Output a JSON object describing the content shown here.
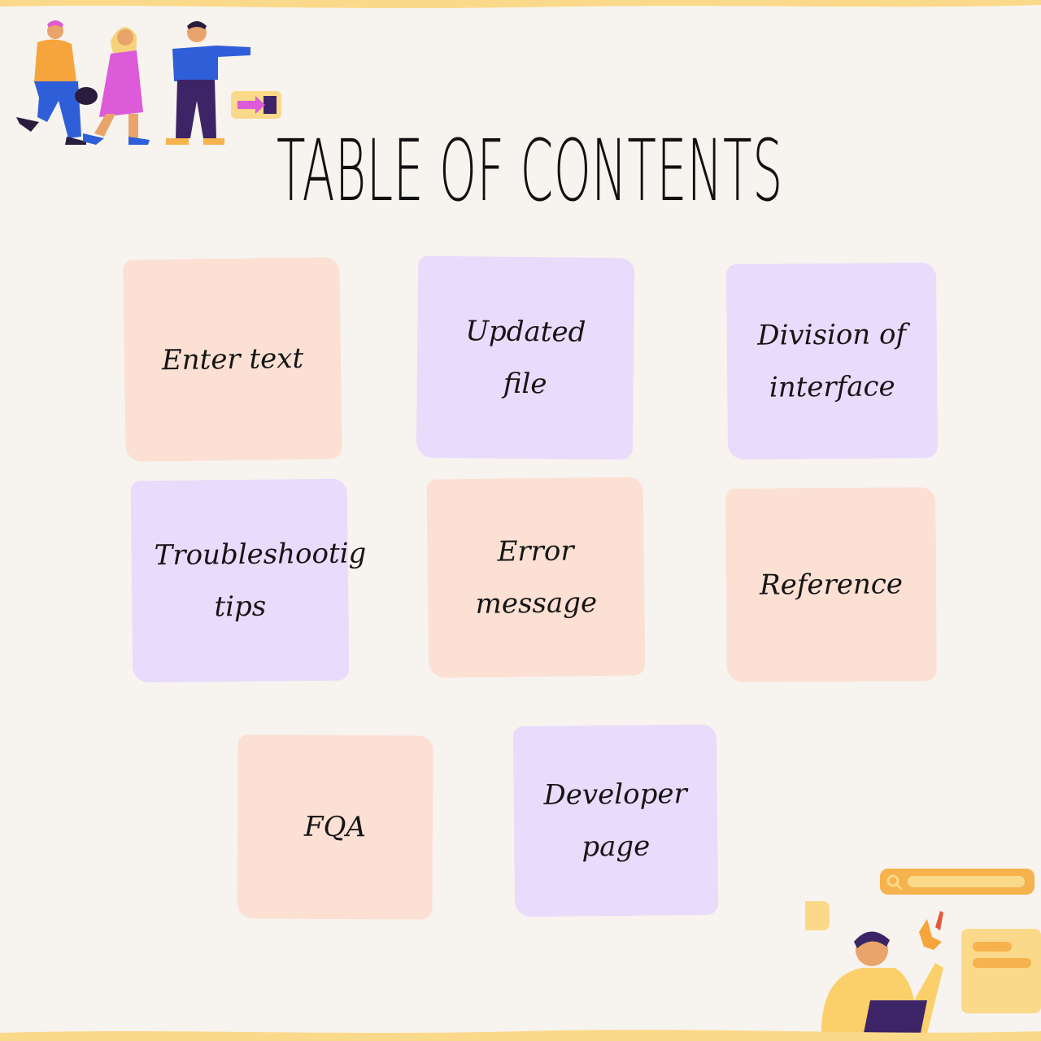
{
  "title": "TABLE OF CONTENTS",
  "colors": {
    "background": "#f7f3ee",
    "peach_card": "#fbe0d3",
    "lilac_card": "#e9dbfb",
    "accent_yellow": "#fbd98a",
    "accent_orange": "#f6b24c",
    "accent_purple": "#3c2466"
  },
  "cards": [
    {
      "label": "Enter text",
      "color": "peach"
    },
    {
      "label": "Updated file",
      "color": "lilac"
    },
    {
      "label": "Division of interface",
      "color": "lilac"
    },
    {
      "label": "Troubleshootig tips",
      "color": "lilac"
    },
    {
      "label": "Error message",
      "color": "peach"
    },
    {
      "label": "Reference",
      "color": "peach"
    },
    {
      "label": "FQA",
      "color": "peach"
    },
    {
      "label": "Developer page",
      "color": "lilac"
    }
  ],
  "illustrations": {
    "top_left": "walking-people-illustration",
    "bottom_right": "person-with-laptop-illustration"
  },
  "icons": [
    "search-icon",
    "arrow-right-icon"
  ]
}
